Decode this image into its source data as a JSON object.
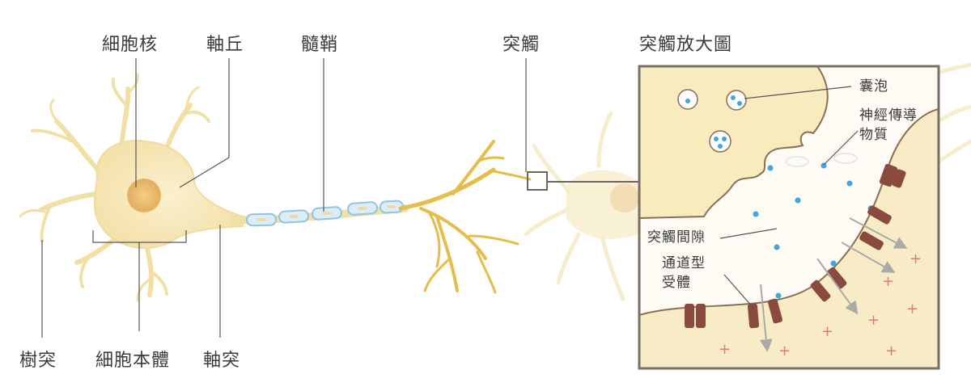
{
  "labels": {
    "nucleus": "細胞核",
    "axon_hillock": "軸丘",
    "myelin": "髓鞘",
    "synapse": "突觸",
    "synapse_zoom": "突觸放大圖",
    "dendrite": "樹突",
    "cell_body": "細胞本體",
    "axon": "軸突",
    "vesicle": "囊泡",
    "neurotransmitter_1": "神經傳導",
    "neurotransmitter_2": "物質",
    "synaptic_cleft": "突觸間隙",
    "channel_receptor_1": "通道型",
    "channel_receptor_2": "受體"
  },
  "colors": {
    "neuron_body": "#f6e6b4",
    "neuron_outline": "#ead28a",
    "axon_branch": "#e8bf4a",
    "nucleus": "#e9b96a",
    "myelin_fill": "#d9ecf6",
    "myelin_stroke": "#8ec5e2",
    "vesicle_dot": "#3fa7dc",
    "receptor": "#8b4a3e",
    "plus_sign": "#e07a7a",
    "zoom_frame": "#7a6f64",
    "leader_line": "#555555",
    "arrow": "#aaaaaa"
  },
  "icons": {
    "plus": "+"
  }
}
